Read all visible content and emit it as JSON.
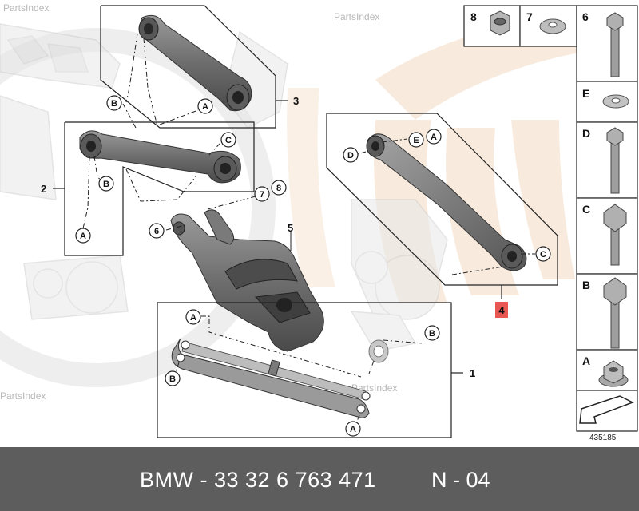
{
  "watermark": "PartsIndex",
  "callouts": {
    "A": "A",
    "B": "B",
    "C": "C",
    "D": "D",
    "E": "E"
  },
  "part_numbers": {
    "p1": "1",
    "p2": "2",
    "p3": "3",
    "p4": "4",
    "p5": "5",
    "p6": "6",
    "p7": "7",
    "p8": "8"
  },
  "kit": {
    "n8": "8",
    "n7": "7",
    "n6": "6",
    "E": "E",
    "D": "D",
    "C": "C",
    "B": "B",
    "A": "A"
  },
  "diagram_number": "435185",
  "footer": {
    "part": "BMW - 33 32 6 763 471",
    "position": "N - 04"
  },
  "colors": {
    "highlight": "#e53935",
    "footer_bg": "#5d5d5d",
    "watermark_stripe": "#f3e1cf"
  }
}
